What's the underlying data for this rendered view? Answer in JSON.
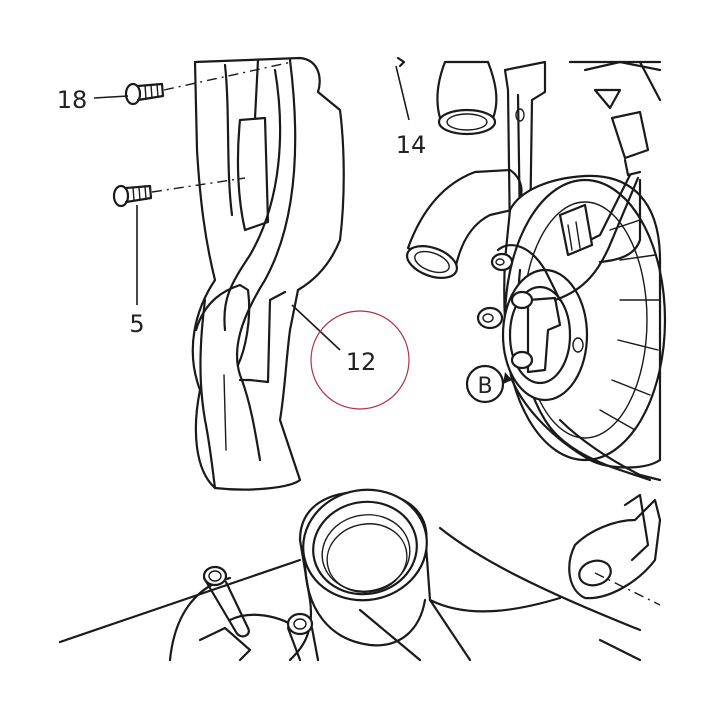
{
  "callouts": {
    "c18": "18",
    "c5": "5",
    "c14": "14",
    "c12": "12",
    "cB": "B"
  },
  "colors": {
    "line": "#1a1a1a",
    "highlight_circle": "#b0304a",
    "background": "#ffffff"
  }
}
